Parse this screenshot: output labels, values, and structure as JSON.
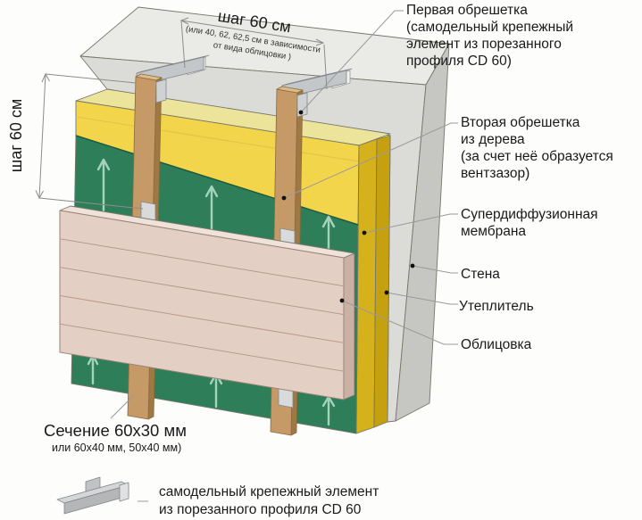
{
  "diagram_title": "wall cladding ventilated facade assembly scheme",
  "dimensions": {
    "top": {
      "label": "шаг 60 см",
      "note1": "(или 40, 62, 62,5 см в зависимости",
      "note2": "от вида облицовки )"
    },
    "left": {
      "label": "шаг 60 см"
    },
    "section": {
      "title": "Сечение 60х30 мм",
      "subtitle": "или 60х40 мм, 50х40 мм)"
    }
  },
  "callout_labels": [
    {
      "id": "first-lathing",
      "lines": [
        "Первая обрешетка",
        "(самодельный крепежный",
        "элемент из порезанного",
        "профиля CD 60)"
      ]
    },
    {
      "id": "second-lathing",
      "lines": [
        "Вторая обрешетка",
        "из дерева",
        "(за счет неё образуется",
        "вентзазор)"
      ]
    },
    {
      "id": "membrane",
      "lines": [
        "Супердиффузионная",
        "мембрана"
      ]
    },
    {
      "id": "wall",
      "lines": [
        "Стена"
      ]
    },
    {
      "id": "insulation",
      "lines": [
        "Утеплитель"
      ]
    },
    {
      "id": "cladding",
      "lines": [
        "Облицовка"
      ]
    }
  ],
  "legend": {
    "icon": "cd60-profile-piece-icon",
    "line1": "самодельный крепежный элемент",
    "line2": "из порезанного профиля CD 60"
  },
  "colors": {
    "wall_top": "#EAEAE7",
    "wall_front": "#DBDBD8",
    "wall_side": "#C6C6C3",
    "insulation_top": "#EDE49C",
    "insulation_front": "#F3D54C",
    "insulation_side": "#D5B11C",
    "insulation_side_dark": "#C5A10F",
    "membrane_green": "#2E7E59",
    "arrow_green": "#A5D2BB",
    "wood_front": "#C59A66",
    "wood_side": "#9F7843",
    "wood_top": "#DBBC8C",
    "metal_gray": "#C3C7CA",
    "metal_light": "#E3E5E7",
    "cladding_front": "#E4CFC5",
    "cladding_side": "#CBB1A4",
    "cladding_top": "#F0E1D9"
  }
}
